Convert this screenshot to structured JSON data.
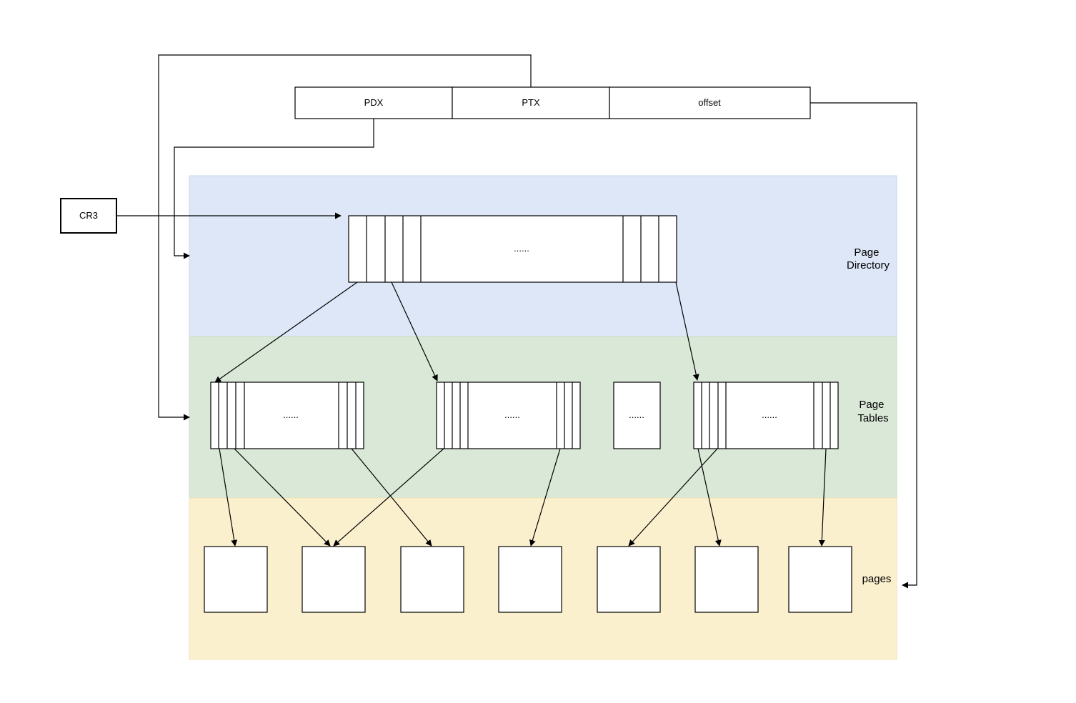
{
  "address": {
    "fields": [
      "PDX",
      "PTX",
      "offset"
    ]
  },
  "cr3": {
    "label": "CR3"
  },
  "regions": {
    "page_directory": {
      "label_lines": [
        "Page",
        "Directory"
      ],
      "color": "#dde7f8"
    },
    "page_tables": {
      "label_lines": [
        "Page",
        "Tables"
      ],
      "color": "#d9e8d7"
    },
    "pages": {
      "label": "pages",
      "color": "#fbf0ce"
    }
  },
  "page_directory": {
    "ellipsis": "......"
  },
  "page_tables": [
    {
      "ellipsis": "......"
    },
    {
      "ellipsis": "......"
    },
    {
      "ellipsis": "......"
    },
    {
      "ellipsis": "......"
    }
  ],
  "page_count": 7
}
